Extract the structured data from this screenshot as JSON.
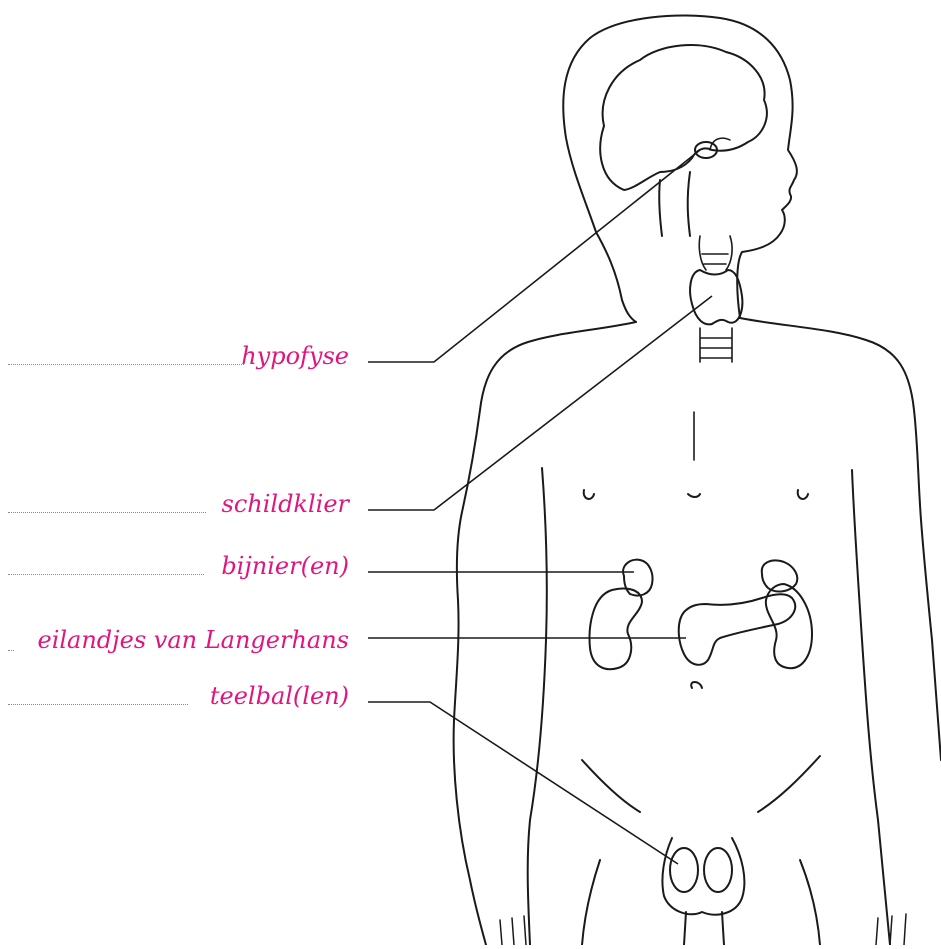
{
  "diagram": {
    "label_color": "#e0157f",
    "line_color": "#1a1a1a",
    "dots_color": "#8a8a8a",
    "labels": [
      {
        "id": "hypofyse",
        "text": "hypofyse"
      },
      {
        "id": "schildklier",
        "text": "schildklier"
      },
      {
        "id": "bijnier",
        "text": "bijnier(en)"
      },
      {
        "id": "eilandjes",
        "text": "eilandjes van Langerhans"
      },
      {
        "id": "teelbal",
        "text": "teelbal(len)"
      }
    ]
  }
}
